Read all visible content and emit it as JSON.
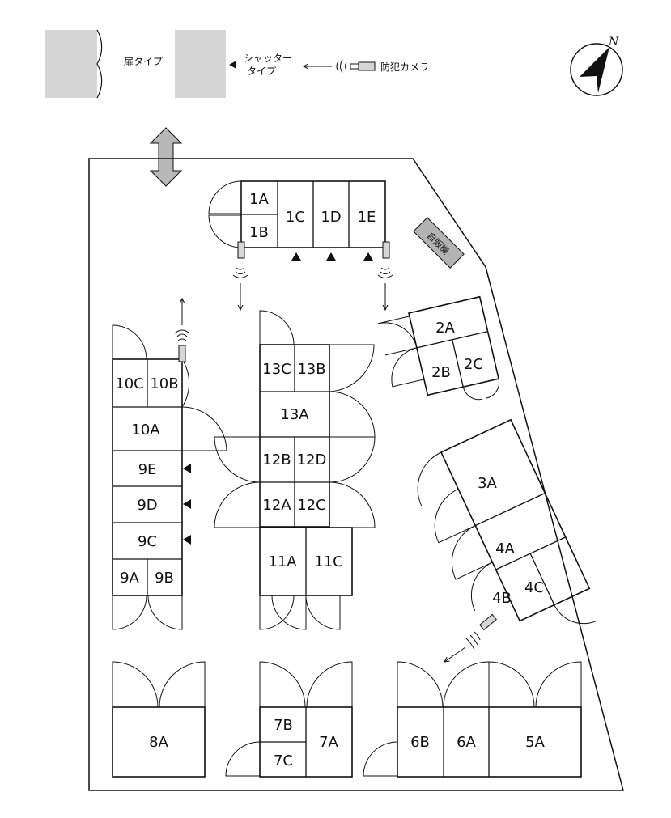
{
  "legend": {
    "door_type": "扉タイプ",
    "shutter_type_line1": "シャッター",
    "shutter_type_line2": "タイプ",
    "camera": "防犯カメラ"
  },
  "compass": {
    "north": "N"
  },
  "vending": {
    "label": "自販機"
  },
  "units": {
    "u1A": "1A",
    "u1B": "1B",
    "u1C": "1C",
    "u1D": "1D",
    "u1E": "1E",
    "u2A": "2A",
    "u2B": "2B",
    "u2C": "2C",
    "u3A": "3A",
    "u4A": "4A",
    "u4B": "4B",
    "u4C": "4C",
    "u5A": "5A",
    "u6A": "6A",
    "u6B": "6B",
    "u7A": "7A",
    "u7B": "7B",
    "u7C": "7C",
    "u8A": "8A",
    "u9A": "9A",
    "u9B": "9B",
    "u9C": "9C",
    "u9D": "9D",
    "u9E": "9E",
    "u10A": "10A",
    "u10B": "10B",
    "u10C": "10C",
    "u11A": "11A",
    "u11C": "11C",
    "u12A": "12A",
    "u12B": "12B",
    "u12C": "12C",
    "u12D": "12D",
    "u13A": "13A",
    "u13B": "13B",
    "u13C": "13C"
  },
  "colors": {
    "line": "#111111",
    "legend_fill": "#d6d6d6",
    "vending_fill": "#b3b3b3",
    "entrance_arrow_fill": "#b8b8b8"
  }
}
